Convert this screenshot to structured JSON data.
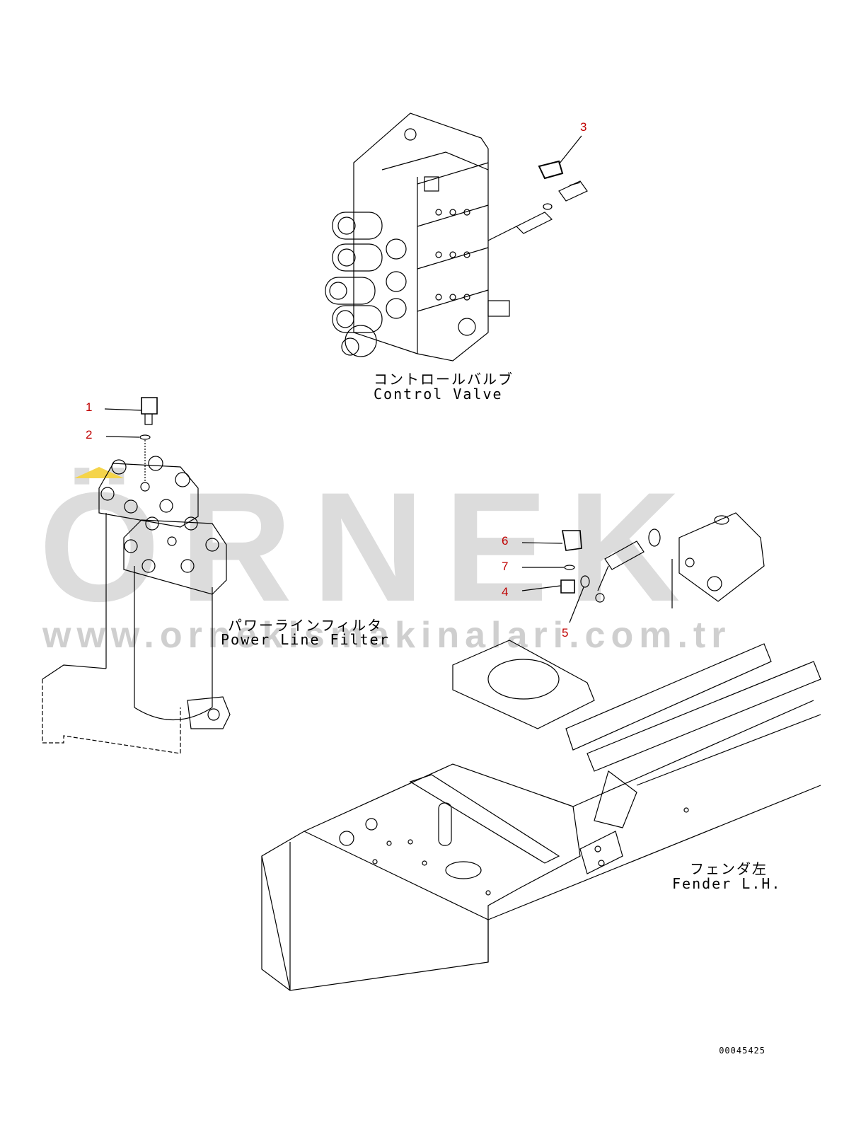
{
  "watermark": {
    "brand": "ÖRNEK",
    "url": "www.ornekismakinalari.com.tr",
    "accent_color": "#f5d44a",
    "text_color": "#d9d9d9"
  },
  "assemblies": {
    "control_valve": {
      "jp": "コントロールバルブ",
      "en": "Control Valve"
    },
    "power_line_filter": {
      "jp": "パワーラインフィルタ",
      "en": "Power Line Filter"
    },
    "fender": {
      "jp": "フェンダ左",
      "en": "Fender L.H."
    }
  },
  "callouts": [
    "1",
    "2",
    "3",
    "4",
    "5",
    "6",
    "7"
  ],
  "drawing_code": "00045425",
  "colors": {
    "callout": "#c00000",
    "line": "#000000"
  }
}
